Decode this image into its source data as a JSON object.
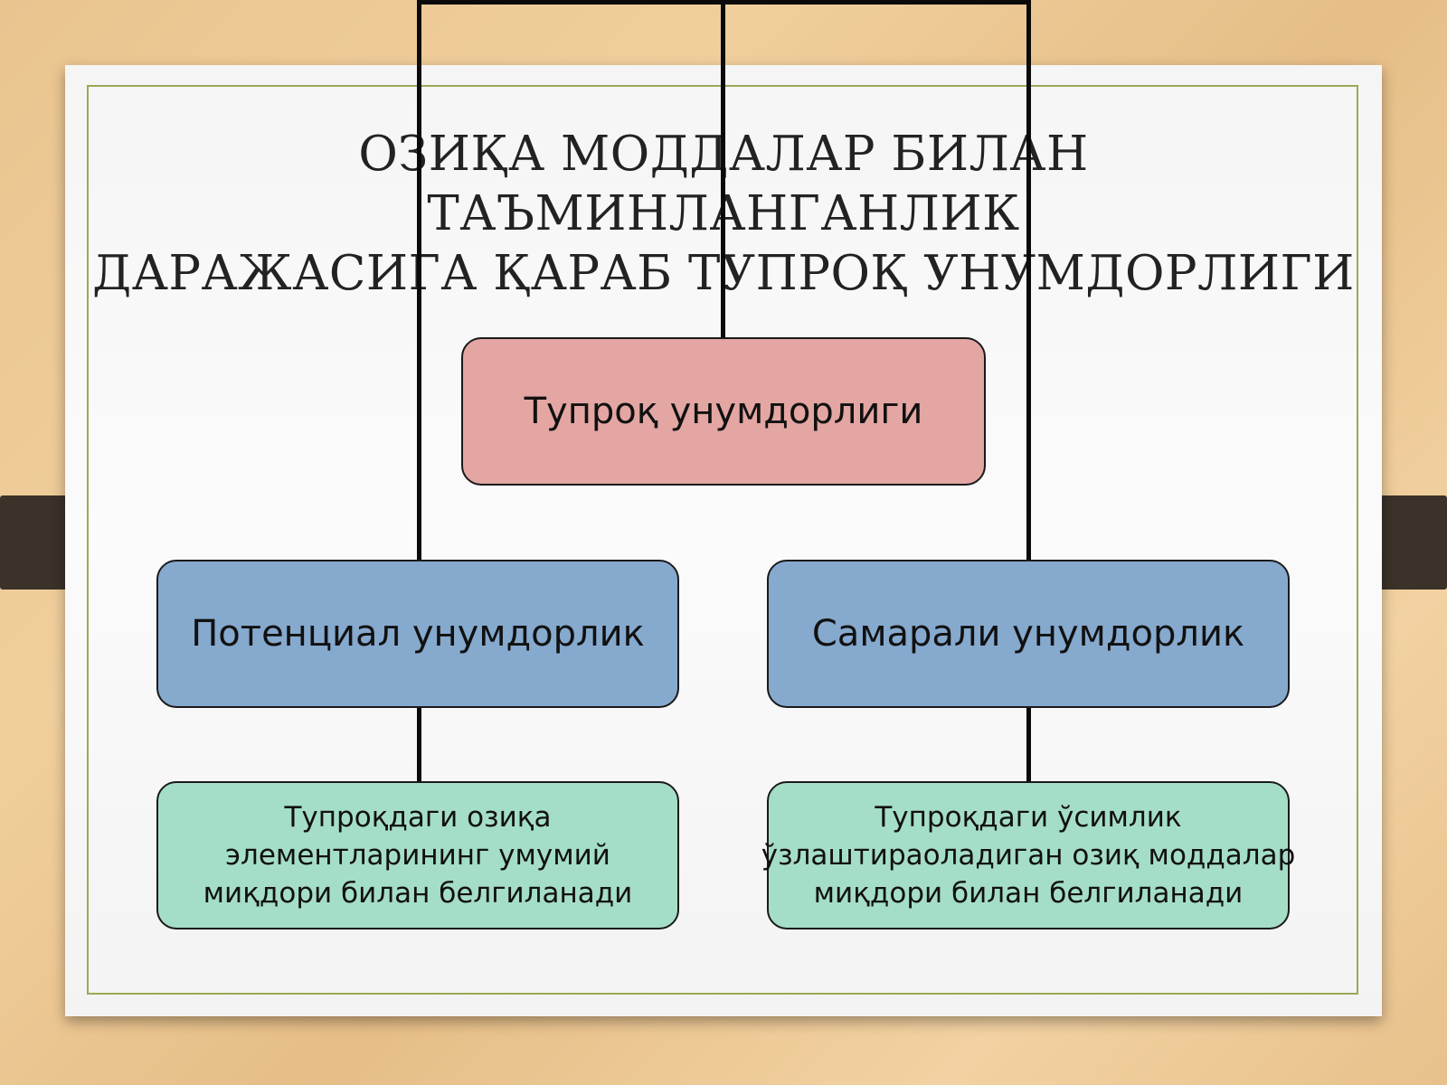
{
  "title": {
    "line1": "ОЗИҚА МОДДАЛАР БИЛАН ТАЪМИНЛАНГАНЛИК",
    "line2": "ДАРАЖАСИГА ҚАРАБ ТУПРОҚ УНУМДОРЛИГИ"
  },
  "diagram": {
    "root": {
      "label": "Тупроқ унумдорлиги"
    },
    "left": {
      "label": "Потенциал унумдорлик",
      "description": [
        "Тупроқдаги озиқа",
        "элементларининг умумий",
        "миқдори билан белгиланади"
      ]
    },
    "right": {
      "label": "Самарали унумдорлик",
      "description": [
        "Тупроқдаги ўсимлик",
        "ўзлаштираоладиган озиқ моддалар",
        "миқдори билан белгиланади"
      ]
    }
  },
  "colors": {
    "root_fill": "#e3a6a2",
    "mid_fill": "#86a9ce",
    "leaf_fill": "#a5dec7",
    "frame": "#9aa955",
    "clip": "#3b3229"
  }
}
